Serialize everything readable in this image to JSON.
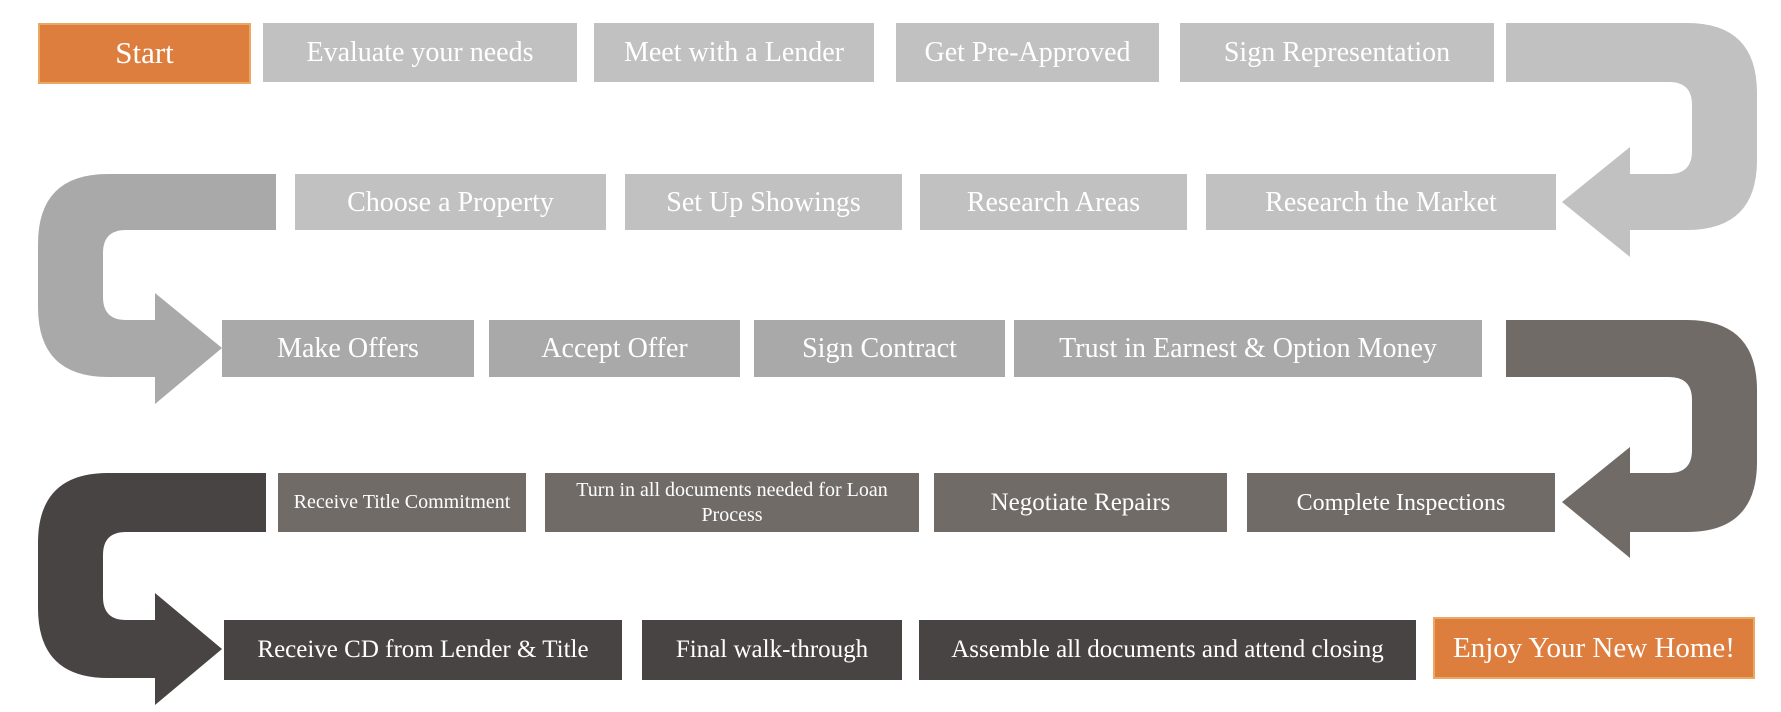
{
  "flow": {
    "rows": [
      {
        "steps": [
          {
            "label": "Start"
          },
          {
            "label": "Evaluate your needs"
          },
          {
            "label": "Meet with a Lender"
          },
          {
            "label": "Get Pre-Approved"
          },
          {
            "label": "Sign Representation"
          }
        ]
      },
      {
        "steps": [
          {
            "label": "Choose a Property"
          },
          {
            "label": "Set Up Showings"
          },
          {
            "label": "Research Areas"
          },
          {
            "label": "Research the Market"
          }
        ]
      },
      {
        "steps": [
          {
            "label": "Make Offers"
          },
          {
            "label": "Accept Offer"
          },
          {
            "label": "Sign Contract"
          },
          {
            "label": "Trust in Earnest & Option Money"
          }
        ]
      },
      {
        "steps": [
          {
            "label": "Receive Title Commitment"
          },
          {
            "label": "Turn in all documents needed for Loan Process"
          },
          {
            "label": "Negotiate Repairs"
          },
          {
            "label": "Complete Inspections"
          }
        ]
      },
      {
        "steps": [
          {
            "label": "Receive CD from Lender & Title"
          },
          {
            "label": "Final walk-through"
          },
          {
            "label": "Assemble all documents and attend closing"
          },
          {
            "label": "Enjoy Your New Home!"
          }
        ]
      }
    ]
  },
  "arrows": [
    {
      "name": "u-turn-arrow-right-1",
      "from_row": 1,
      "to_row": 2,
      "direction": "right-then-left",
      "color": "#c1c1c1"
    },
    {
      "name": "u-turn-arrow-left-1",
      "from_row": 2,
      "to_row": 3,
      "direction": "left-then-right",
      "color": "#a9a9a9"
    },
    {
      "name": "u-turn-arrow-right-2",
      "from_row": 3,
      "to_row": 4,
      "direction": "right-then-left",
      "color": "#716b68"
    },
    {
      "name": "u-turn-arrow-left-2",
      "from_row": 4,
      "to_row": 5,
      "direction": "left-then-right",
      "color": "#484443"
    }
  ],
  "colors": {
    "accent_orange": "#dd7e3f",
    "accent_orange_border": "#e9a963",
    "light_gray": "#c1c1c1",
    "medium_gray": "#a9a9a9",
    "dark_warm_gray": "#716b68",
    "darkest_gray": "#484443",
    "text_white": "#ffffff"
  }
}
